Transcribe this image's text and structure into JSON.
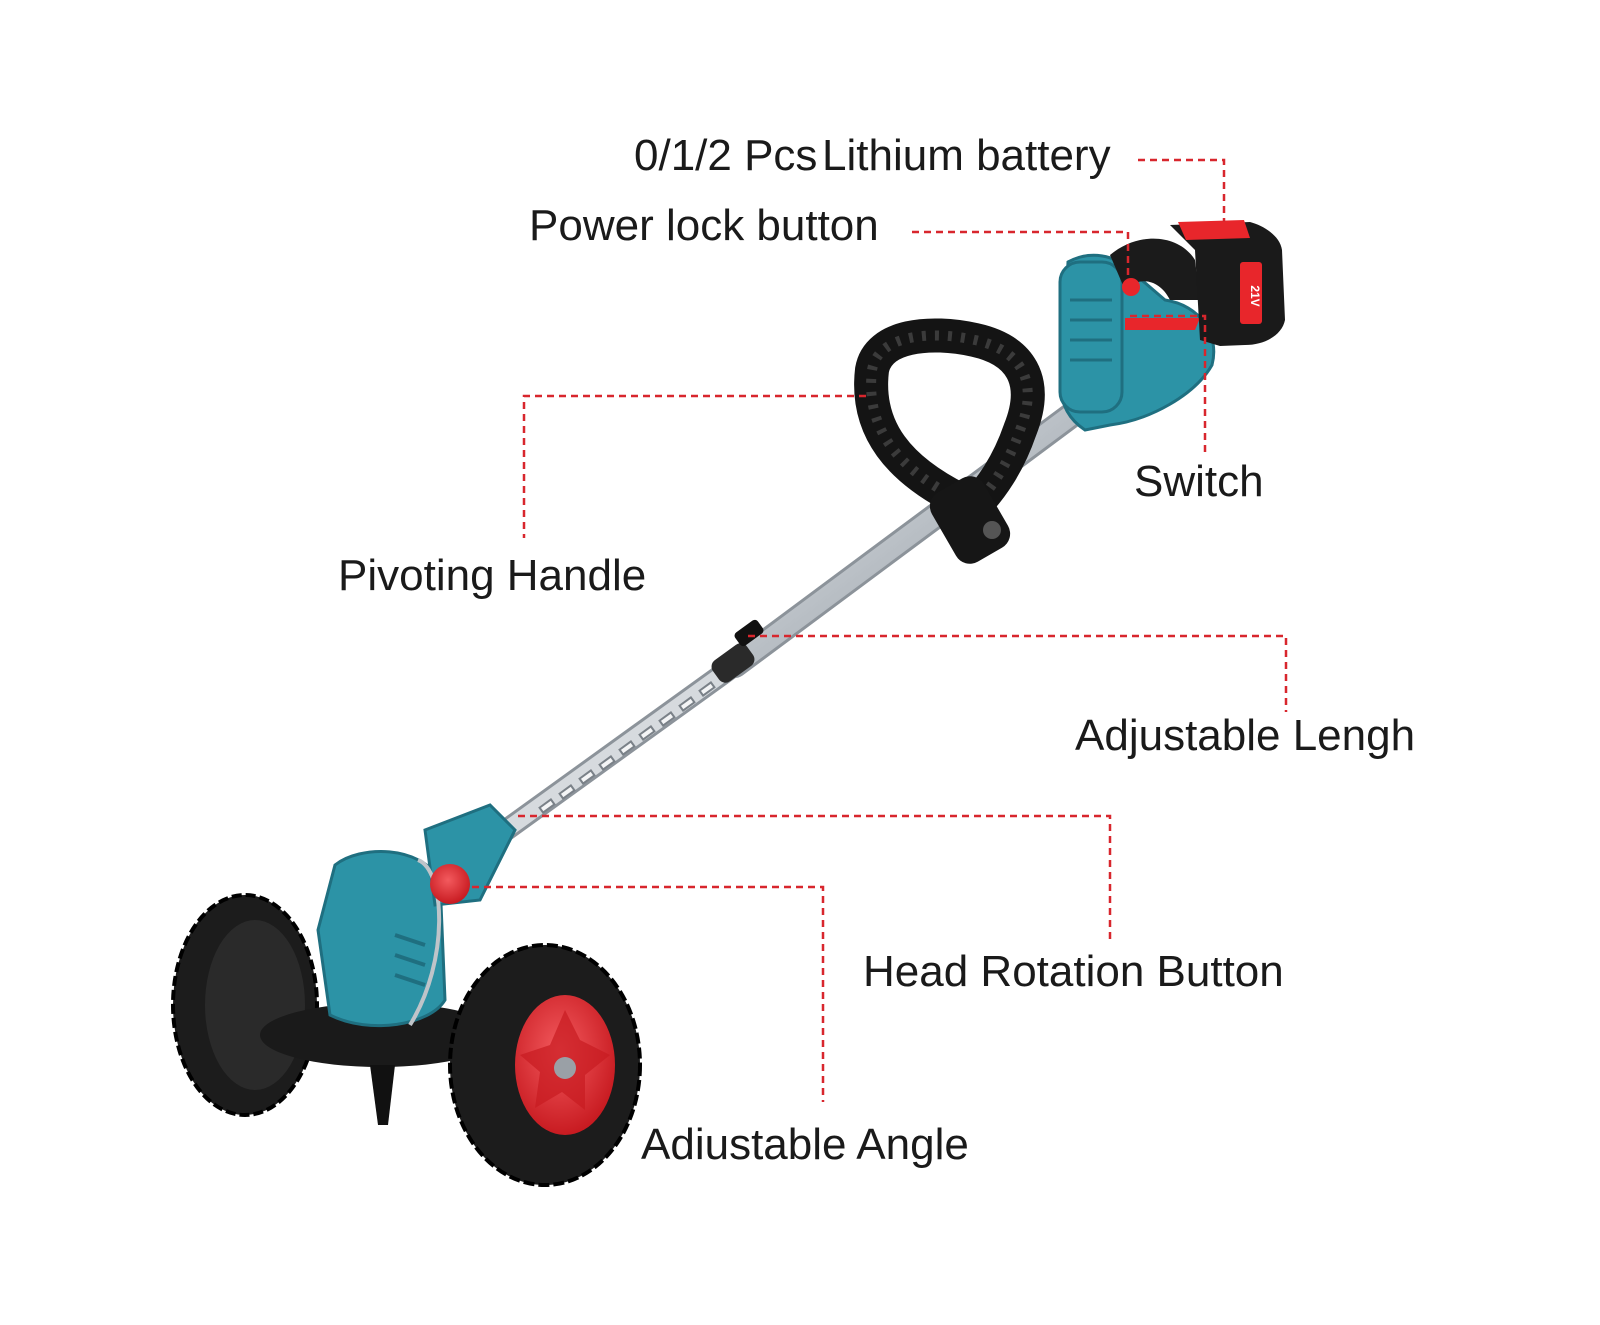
{
  "colors": {
    "body_teal": "#2c93a6",
    "body_teal_dark": "#1f6f80",
    "accent_red": "#e8262b",
    "leader_red": "#d8262d",
    "rubber_black": "#1c1c1c",
    "shaft_silver": "#c9ced3"
  },
  "labels": {
    "battery_qty": "0/1/2 Pcs",
    "battery": "Lithium battery",
    "power_lock": "Power lock button",
    "switch": "Switch",
    "pivoting_handle": "Pivoting Handle",
    "adjustable_length": "Adjustable Lengh",
    "head_rotation": "Head Rotation Button",
    "adjustable_angle": "Adiustable Angle"
  },
  "battery_marking": "21V"
}
